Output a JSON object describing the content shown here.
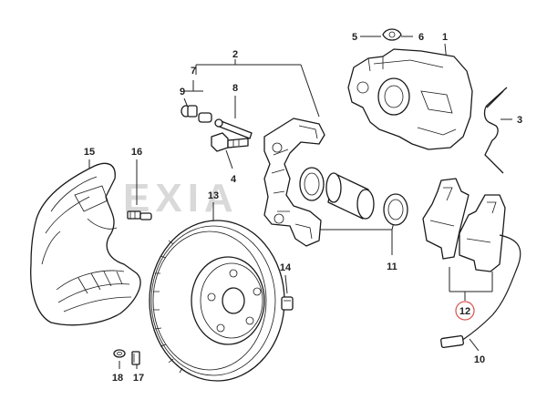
{
  "watermark": "EXIA",
  "highlight_color": "#d9534f",
  "callouts": {
    "c1": "1",
    "c2": "2",
    "c3": "3",
    "c4": "4",
    "c5": "5",
    "c6": "6",
    "c7": "7",
    "c8": "8",
    "c9": "9",
    "c10": "10",
    "c11": "11",
    "c12": "12",
    "c13": "13",
    "c14": "14",
    "c15": "15",
    "c16": "16",
    "c17": "17",
    "c18": "18"
  },
  "highlighted_callout": "12"
}
